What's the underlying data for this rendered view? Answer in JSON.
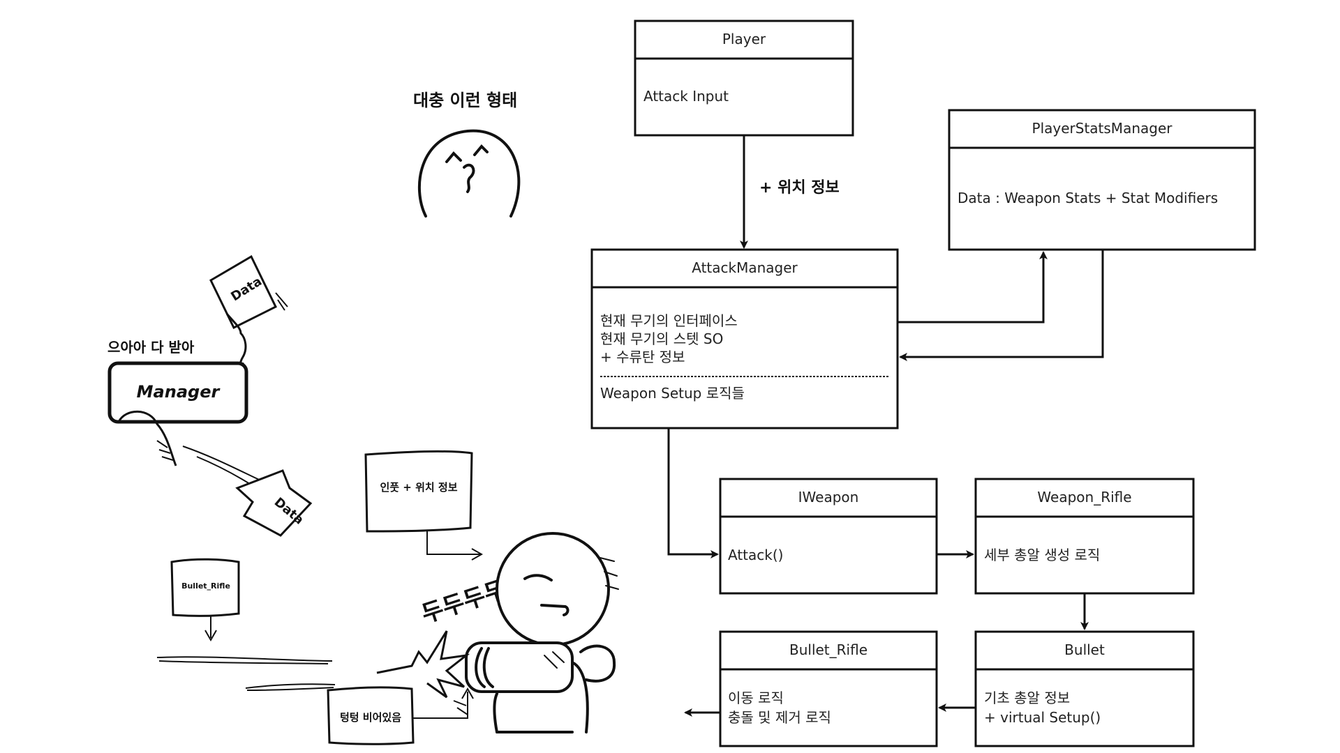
{
  "uml": {
    "player": {
      "title": "Player",
      "lines": [
        "Attack Input"
      ]
    },
    "arrow_label": "+ 위치 정보",
    "stats": {
      "title": "PlayerStatsManager",
      "lines": [
        "Data : Weapon Stats + Stat Modifiers"
      ]
    },
    "attack": {
      "title": "AttackManager",
      "lines": [
        "현재 무기의 인터페이스",
        "현재 무기의 스텟 SO",
        "+ 수류탄 정보"
      ],
      "footer": "Weapon Setup 로직들"
    },
    "iweapon": {
      "title": "IWeapon",
      "lines": [
        "Attack()"
      ]
    },
    "rifle": {
      "title": "Weapon_Rifle",
      "lines": [
        "세부 총알 생성 로직"
      ]
    },
    "bullet": {
      "title": "Bullet",
      "lines": [
        "기초 총알 정보",
        "+ virtual Setup()"
      ]
    },
    "bullet_rifle": {
      "title": "Bullet_Rifle",
      "lines": [
        "이동 로직",
        "충돌 및 제거 로직"
      ]
    }
  },
  "sketch": {
    "title": "대충 이런 형태",
    "manager_label": "Manager",
    "manager_caption": "으아아 다 받아",
    "data_label": "Data",
    "input_note": "인풋 + 위치 정보",
    "bullet_note": "Bullet_Rifle",
    "sfx": "두두두두",
    "empty_note": "텅텅 비어있음"
  },
  "colors": {
    "stroke": "#111111",
    "background": "#ffffff"
  }
}
